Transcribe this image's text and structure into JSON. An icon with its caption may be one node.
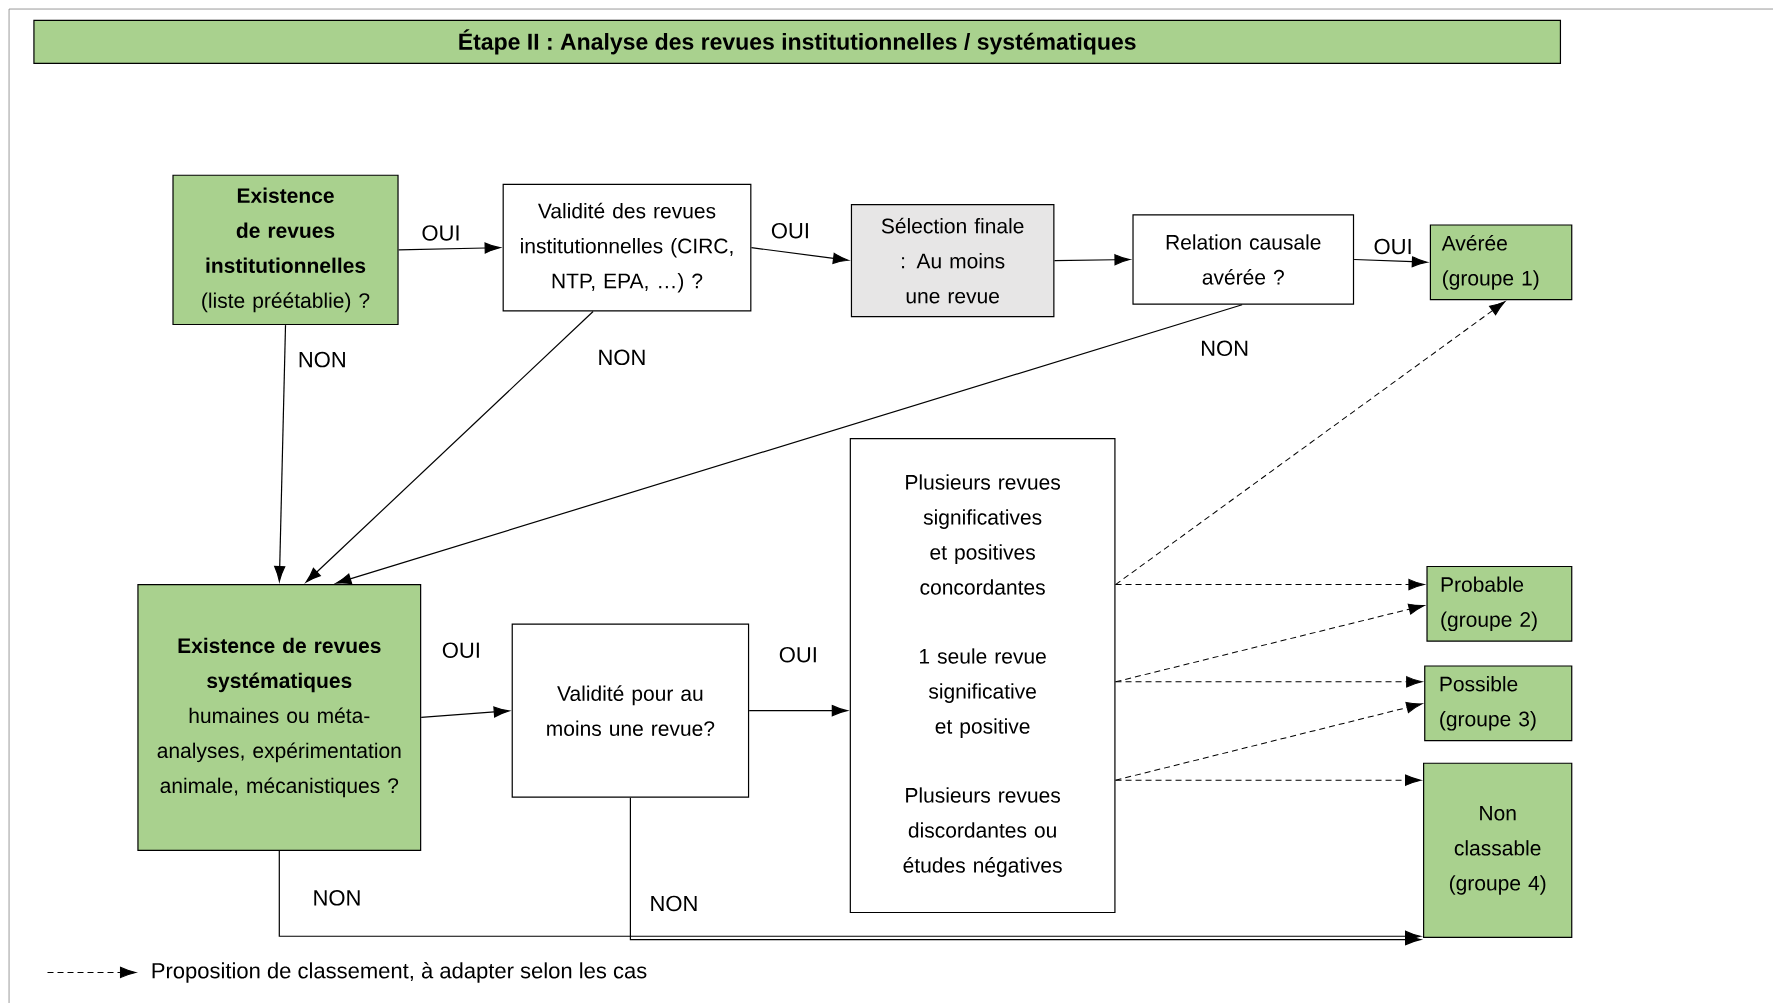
{
  "diagram": {
    "title": "Étape II : Analyse des revues institutionnelles / systématiques",
    "nodes": [
      {
        "text": [
          "**Existence de revues institutionnelles** (liste préétablie) ?"
        ]
      },
      {
        "text": [
          "Validité des revues institutionnelles (CIRC, NTP, EPA, …) ?"
        ]
      },
      {
        "text": [
          "Sélection finale : Au moins une revue"
        ]
      },
      {
        "text": [
          "Relation causale avérée ?"
        ]
      },
      {
        "text": [
          "Avérée (groupe 1)"
        ]
      },
      {
        "text": [
          "**Existence de revues systématiques** humaines ou méta-analyses, expérimentation animale, mécanistiques  ?"
        ]
      },
      {
        "text": [
          "Validité pour au moins une revue?"
        ]
      },
      {
        "text": [
          "Plusieurs revues significatives et positives concordantes",
          "1 seule revue significative et positive",
          "Plusieurs revues discordantes ou études négatives"
        ]
      },
      {
        "text": [
          "Probable (groupe 2)"
        ]
      },
      {
        "text": [
          "Possible (groupe 3)"
        ]
      },
      {
        "text": [
          "Non classable (groupe 4)"
        ]
      }
    ],
    "edges": [
      {
        "from": 0,
        "to": 1,
        "arrow": "to",
        "label": "OUI"
      },
      {
        "from": 1,
        "to": 2,
        "arrow": "to",
        "label": "OUI"
      },
      {
        "from": 2,
        "to": 3,
        "arrow": "to"
      },
      {
        "from": 3,
        "to": 4,
        "arrow": "to",
        "label": "OUI"
      },
      {
        "from": 0,
        "to": 5,
        "arrow": "to",
        "label": "NON"
      },
      {
        "from": 1,
        "to": 5,
        "arrow": "to",
        "label": "NON"
      },
      {
        "from": 3,
        "to": 5,
        "arrow": "to",
        "label": "NON"
      },
      {
        "from": 5,
        "to": 6,
        "arrow": "to",
        "label": "OUI"
      },
      {
        "from": 6,
        "to": 7,
        "arrow": "to",
        "label": "OUI"
      },
      {
        "from": 5,
        "to": 10,
        "arrow": "to",
        "label": "NON"
      },
      {
        "from": 6,
        "to": 10,
        "arrow": "to",
        "label": "NON"
      },
      {
        "from": 7,
        "to": 4,
        "arrow": "to",
        "style": "dashed"
      },
      {
        "from": 7,
        "to": 8,
        "arrow": "to",
        "style": "dashed"
      },
      {
        "from": 7,
        "to": 8,
        "arrow": "to",
        "style": "dashed"
      },
      {
        "from": 7,
        "to": 9,
        "arrow": "to",
        "style": "dashed"
      },
      {
        "from": 7,
        "to": 9,
        "arrow": "to",
        "style": "dashed"
      },
      {
        "from": 7,
        "to": 10,
        "arrow": "to",
        "style": "dashed"
      }
    ],
    "legend": [
      {
        "text": "Proposition de classement, à adapter selon les cas"
      }
    ]
  }
}
